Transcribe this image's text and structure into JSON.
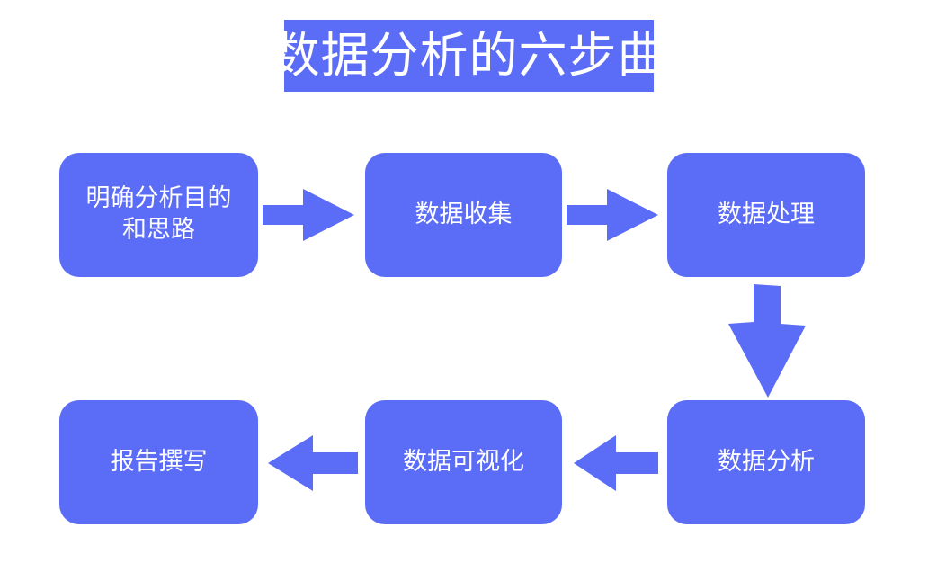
{
  "title": {
    "text": "数据分析的六步曲",
    "background_color": "#5b6cf7",
    "text_color": "#ffffff"
  },
  "theme": {
    "node_fill": "#5b6cf7",
    "node_text_color": "#ffffff",
    "arrow_fill": "#5b6cf7",
    "page_background": "#ffffff"
  },
  "diagram": {
    "type": "flowchart",
    "direction": "serpentine-left-to-right-then-right-to-left",
    "step_count": 6,
    "nodes": [
      {
        "id": 1,
        "label": "明确分析目的\n和思路"
      },
      {
        "id": 2,
        "label": "数据收集"
      },
      {
        "id": 3,
        "label": "数据处理"
      },
      {
        "id": 4,
        "label": "数据分析"
      },
      {
        "id": 5,
        "label": "数据可视化"
      },
      {
        "id": 6,
        "label": "报告撰写"
      }
    ],
    "arrows": [
      {
        "id": 1,
        "from": 1,
        "to": 2,
        "direction": "right"
      },
      {
        "id": 2,
        "from": 2,
        "to": 3,
        "direction": "right"
      },
      {
        "id": 3,
        "from": 3,
        "to": 4,
        "direction": "down"
      },
      {
        "id": 4,
        "from": 4,
        "to": 5,
        "direction": "left"
      },
      {
        "id": 5,
        "from": 5,
        "to": 6,
        "direction": "left"
      }
    ]
  }
}
